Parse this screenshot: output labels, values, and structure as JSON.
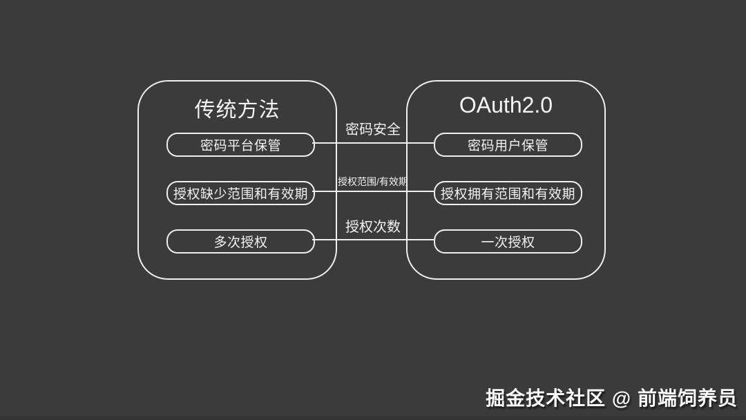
{
  "colors": {
    "background": "#3b3b3b",
    "line": "#f0f0f0",
    "text": "#f2f2f2"
  },
  "diagram": {
    "left_panel": {
      "title": "传统方法",
      "items": [
        {
          "label": "密码平台保管"
        },
        {
          "label": "授权缺少范围和有效期"
        },
        {
          "label": "多次授权"
        }
      ]
    },
    "right_panel": {
      "title": "OAuth2.0",
      "items": [
        {
          "label": "密码用户保管"
        },
        {
          "label": "授权拥有范围和有效期"
        },
        {
          "label": "一次授权"
        }
      ]
    },
    "connectors": [
      {
        "label": "密码安全"
      },
      {
        "label": "授权范围/有效期"
      },
      {
        "label": "授权次数"
      }
    ]
  },
  "watermark": "掘金技术社区 @ 前端饲养员"
}
